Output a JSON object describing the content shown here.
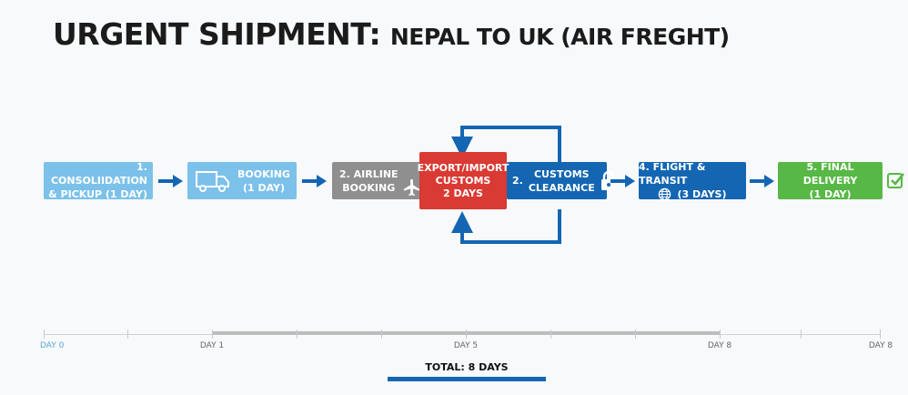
{
  "title": {
    "main": "URGENT SHIPMENT:",
    "sub": "NEPAL TO UK (AIR FREGHT)"
  },
  "colors": {
    "light_blue": "#7cc1ea",
    "gray": "#8f8f8f",
    "red": "#d93a33",
    "blue": "#1466b2",
    "green": "#58b845"
  },
  "steps": [
    {
      "line1": "1. CONSOLIIDATION",
      "line2": "& PICKUP (1 DAY)"
    },
    {
      "line1": "BOOKING",
      "line2": "(1 DAY)",
      "icon": "delivery-truck-icon"
    },
    {
      "line1": "2. AIRLINE",
      "line2": "BOOKING",
      "icon": "airplane-icon"
    },
    {
      "line1": "EXPORT/IMPORT",
      "line2": "CUSTOMS",
      "line3": "2 DAYS"
    },
    {
      "num": "2.",
      "line1": "CUSTOMS",
      "line2": "CLEARANCE",
      "icon": "padlock-icon"
    },
    {
      "line1": "4. FLIGHT & TRANSIT",
      "line2": "(3 DAYS)",
      "icon": "globe-icon"
    },
    {
      "line1": "5. FINAL DELIVERY",
      "line2": "(1 DAY)",
      "icon": "checkbox-icon"
    }
  ],
  "timeline": {
    "labels": [
      "DAY 0",
      "DAY 1",
      "DAY 5",
      "DAY 8",
      "DAY 8"
    ]
  },
  "total": "TOTAL: 8 DAYS"
}
